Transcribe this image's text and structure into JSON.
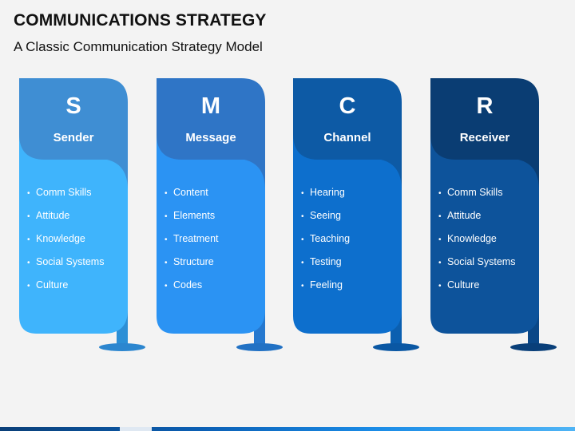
{
  "header": {
    "title": "COMMUNICATIONS STRATEGY",
    "subtitle": "A Classic Communication Strategy Model"
  },
  "cards": [
    {
      "letter": "S",
      "label": "Sender",
      "items": [
        "Comm Skills",
        "Attitude",
        "Knowledge",
        "Social Systems",
        "Culture"
      ],
      "colors": {
        "top": "#3f8ed3",
        "body": "#3fb4fc",
        "pole": "#2c8fd6",
        "base": "#2c86cf"
      }
    },
    {
      "letter": "M",
      "label": "Message",
      "items": [
        "Content",
        "Elements",
        "Treatment",
        "Structure",
        "Codes"
      ],
      "colors": {
        "top": "#2f75c6",
        "body": "#2b93f3",
        "pole": "#2578cf",
        "base": "#2171c4"
      }
    },
    {
      "letter": "C",
      "label": "Channel",
      "items": [
        "Hearing",
        "Seeing",
        "Teaching",
        "Testing",
        "Feeling"
      ],
      "colors": {
        "top": "#0d5aa5",
        "body": "#0d6fcd",
        "pole": "#0b5fb0",
        "base": "#0a57a3"
      }
    },
    {
      "letter": "R",
      "label": "Receiver",
      "items": [
        "Comm Skills",
        "Attitude",
        "Knowledge",
        "Social Systems",
        "Culture"
      ],
      "colors": {
        "top": "#0a3d73",
        "body": "#0d539b",
        "pole": "#0a4787",
        "base": "#093f79"
      }
    }
  ],
  "bullet": "•"
}
